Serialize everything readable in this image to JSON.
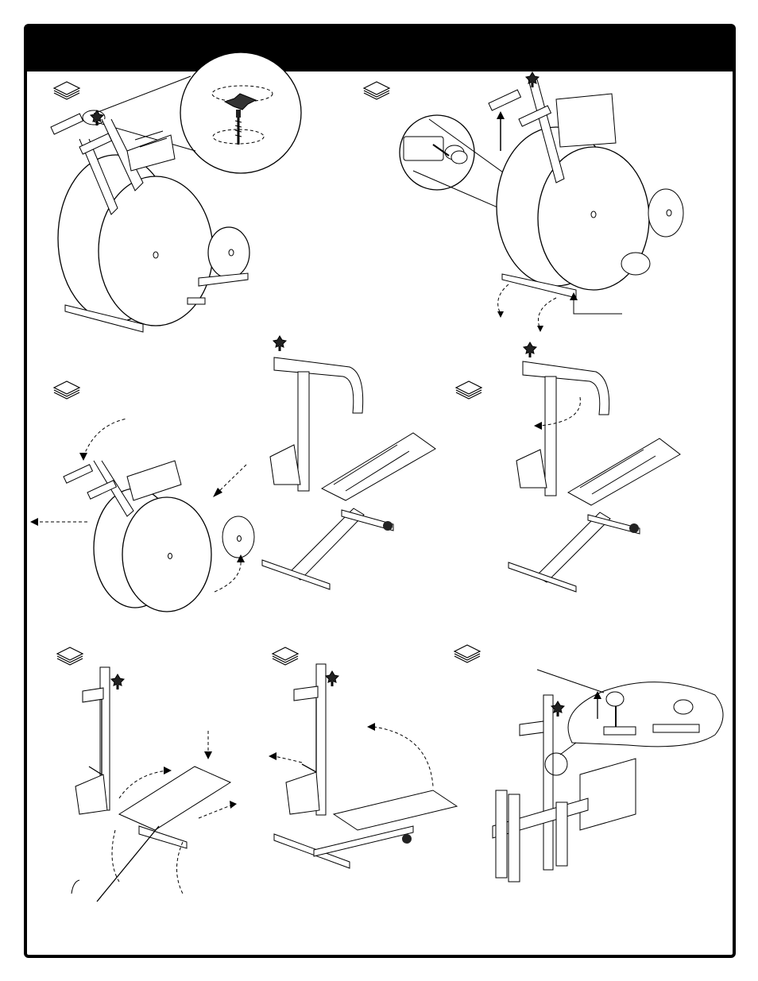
{
  "page": {
    "header_title": ""
  },
  "steps": [
    {
      "id": "step-1",
      "label": ""
    },
    {
      "id": "step-2",
      "label": ""
    },
    {
      "id": "step-3",
      "label": ""
    },
    {
      "id": "step-4",
      "label": ""
    },
    {
      "id": "step-5",
      "label": ""
    },
    {
      "id": "step-6",
      "label": ""
    },
    {
      "id": "step-7",
      "label": ""
    }
  ],
  "icons": {
    "step_badge": "stacked-paper-icon",
    "knob": "star-knob-icon",
    "pin": "pull-pin-icon"
  },
  "colors": {
    "ink": "#000000",
    "paper": "#ffffff",
    "header": "#000000"
  }
}
